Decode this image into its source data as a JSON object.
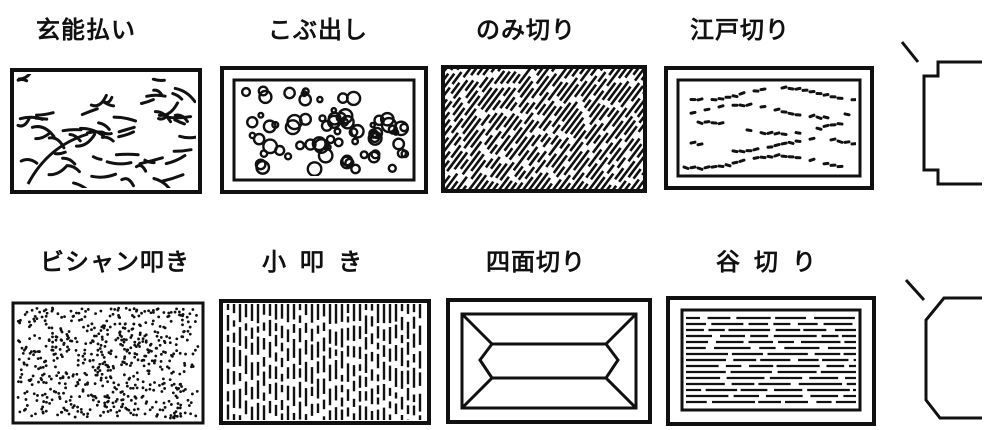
{
  "row1": {
    "labels": [
      "玄能払い",
      "こぶ出し",
      "のみ切り",
      "江戸切り"
    ]
  },
  "row2": {
    "labels": [
      "ビシャン叩き",
      "小叩き",
      "四面切り",
      "谷切り"
    ]
  },
  "colors": {
    "ink": "#111111",
    "paper": "#ffffff"
  }
}
